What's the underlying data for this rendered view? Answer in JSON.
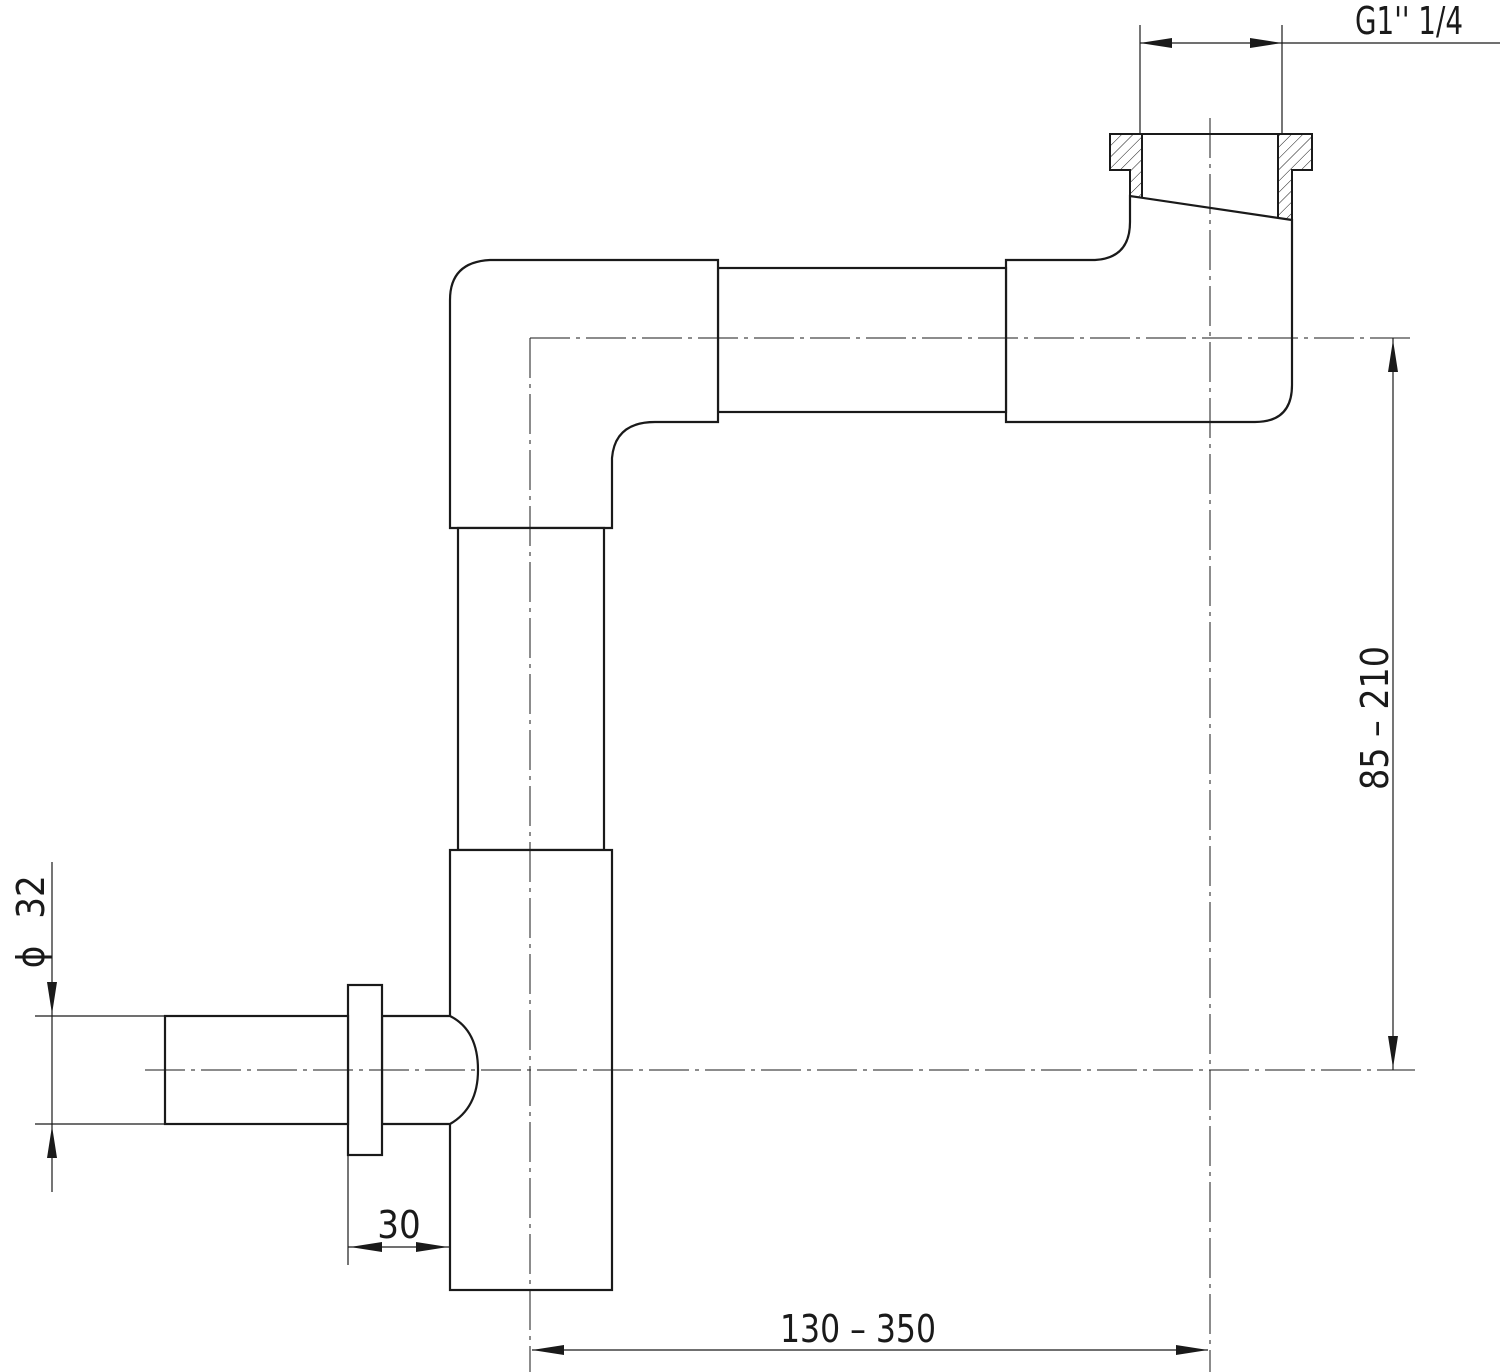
{
  "dimensions": {
    "thread": "G1'' 1/4",
    "height_range": "85 – 210",
    "outlet_diameter_symbol": "ϕ",
    "outlet_diameter": "32",
    "offset": "30",
    "length_range": "130 – 350"
  },
  "colors": {
    "line": "#1a1a1a",
    "background": "#ffffff"
  }
}
